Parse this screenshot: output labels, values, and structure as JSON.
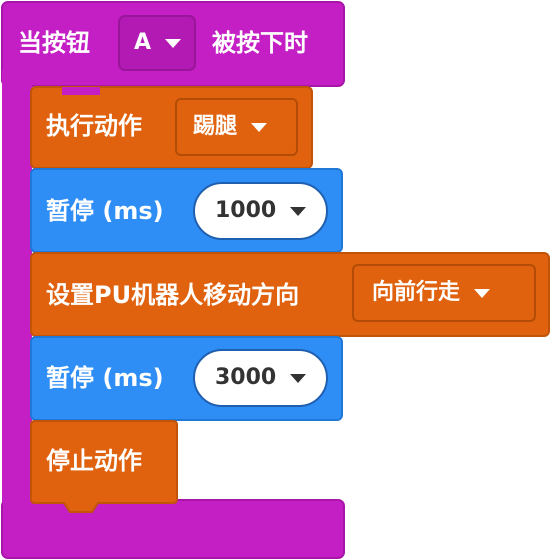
{
  "event_block": {
    "prefix": "当按钮",
    "button_value": "A",
    "suffix": "被按下时",
    "color": "#c41fc4"
  },
  "action_block": {
    "label": "执行动作",
    "action_value": "踢腿",
    "color": "#e0620e"
  },
  "pause_block_1": {
    "label": "暂停 (ms)",
    "value": "1000",
    "color": "#2f8ef5"
  },
  "direction_block": {
    "label": "设置PU机器人移动方向",
    "value": "向前行走",
    "color": "#e0620e"
  },
  "pause_block_2": {
    "label": "暂停 (ms)",
    "value": "3000",
    "color": "#2f8ef5"
  },
  "stop_block": {
    "label": "停止动作",
    "color": "#e0620e"
  }
}
